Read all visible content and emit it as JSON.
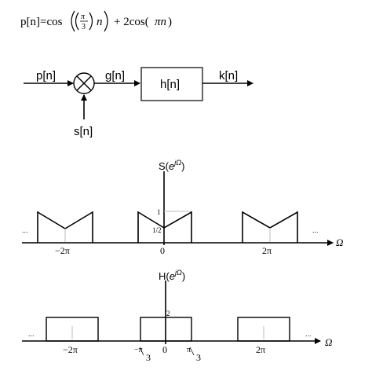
{
  "equation": {
    "lhs": "p[n]=cos",
    "pi": "π",
    "three": "3",
    "n": "n",
    "rest": "+ 2cos(",
    "pin": "πn",
    "close": ")"
  },
  "block_diagram": {
    "input_label": "p[n]",
    "modulator_input_label": "s[n]",
    "product_label": "g[n]",
    "filter_label": "h[n]",
    "output_label": "k[n]"
  },
  "spectrum_s": {
    "axis_label_base": "S(",
    "axis_label_e": "e",
    "axis_label_exp": "jΩ",
    "axis_label_close": ")",
    "x_axis_label": "Ω",
    "level_high": "1",
    "level_low": "1/2",
    "ticks": [
      "−2π",
      "0",
      "2π"
    ],
    "dots": "..."
  },
  "spectrum_h": {
    "axis_label_base": "H(",
    "axis_label_e": "e",
    "axis_label_exp": "jΩ",
    "axis_label_close": ")",
    "x_axis_label": "Ω",
    "level": "2",
    "ticks": [
      "−2π",
      "0",
      "2π"
    ],
    "cutoff_neg_num": "−π",
    "cutoff_pos_num": "π",
    "cutoff_den": "3",
    "dots": "..."
  }
}
